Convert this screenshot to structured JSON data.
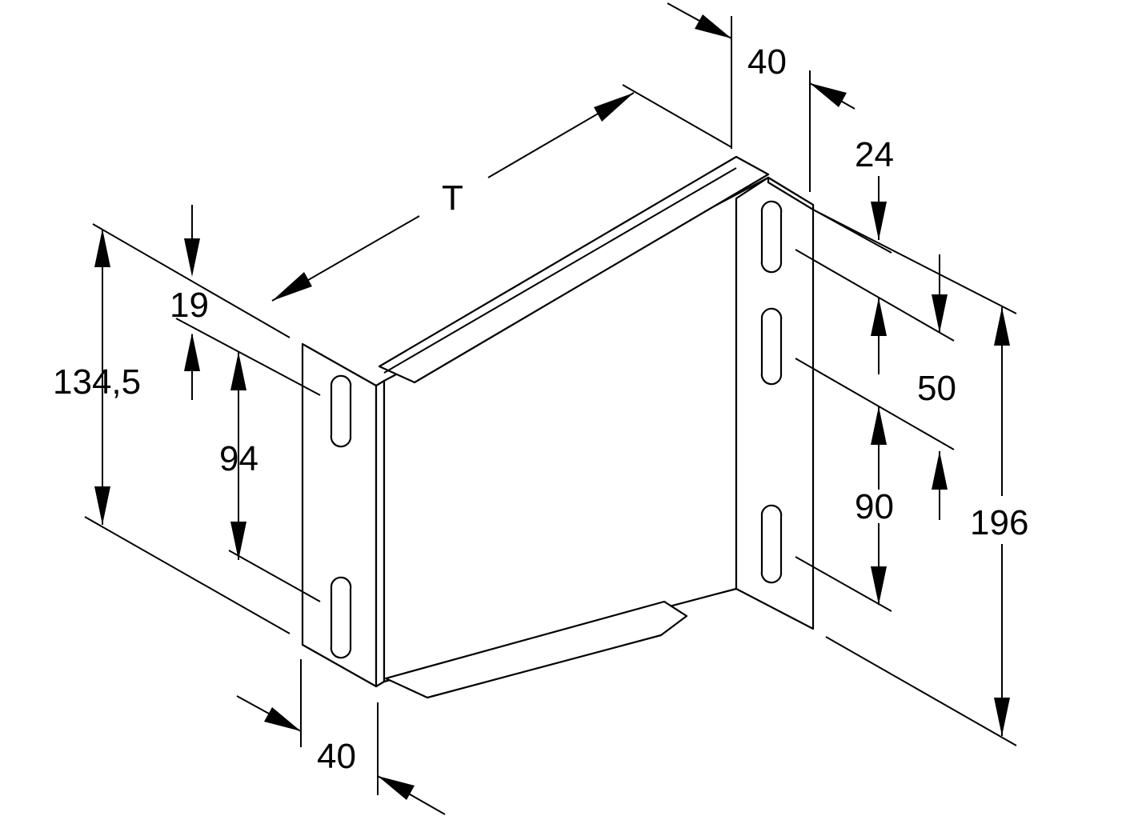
{
  "dimensions": {
    "top_width": "40",
    "slot_offset_right": "24",
    "depth": "T",
    "top_offset_left": "19",
    "height_left": "134,5",
    "slot_pitch_left": "94",
    "slot_pitch_right_upper": "50",
    "slot_pitch_right_lower": "90",
    "total_height": "196",
    "bottom_width": "40"
  }
}
